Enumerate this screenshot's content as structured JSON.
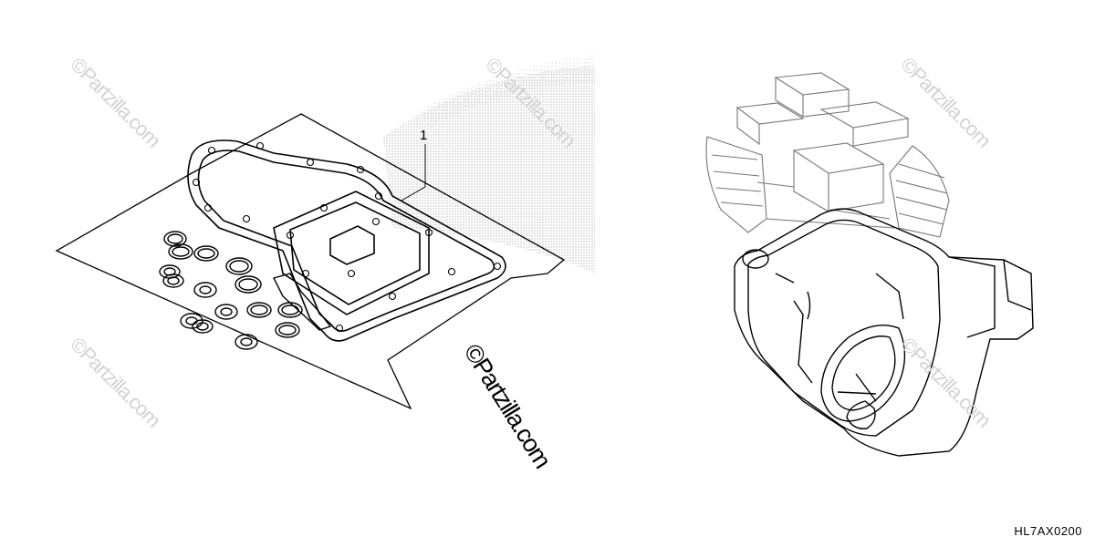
{
  "diagram": {
    "callout_number": "1",
    "diagram_code": "HL7AX0200"
  },
  "watermarks": {
    "main": "©Partzilla.com",
    "faint": "©Partzilla.com"
  },
  "colors": {
    "line": "#000000",
    "halftone": "#b0b0b0",
    "watermark_faint": "#d2d2d2"
  }
}
